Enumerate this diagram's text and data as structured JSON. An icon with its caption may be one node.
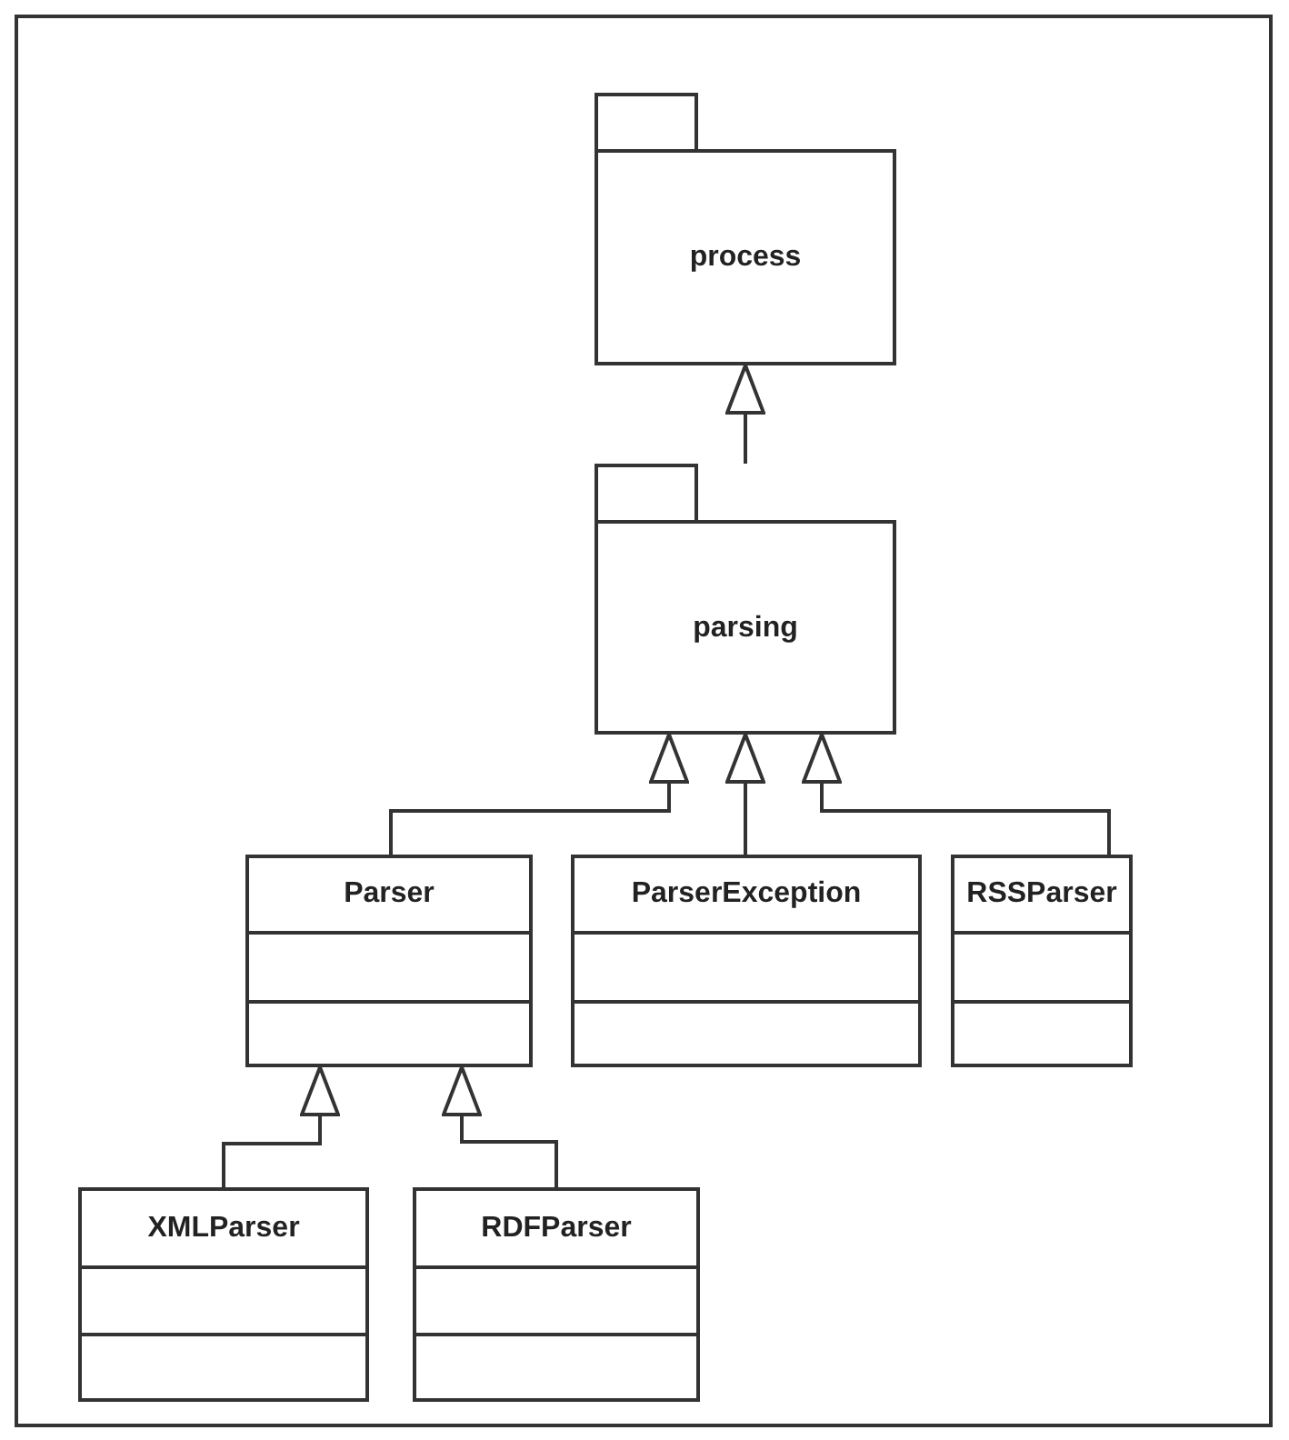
{
  "diagram": {
    "nodes": [
      {
        "text": [
          "process"
        ]
      },
      {
        "text": [
          "parsing"
        ]
      },
      {
        "text": [
          "Parser"
        ]
      },
      {
        "text": [
          "ParserException"
        ]
      },
      {
        "text": [
          "RSSParser"
        ]
      },
      {
        "text": [
          "XMLParser"
        ]
      },
      {
        "text": [
          "RDFParser"
        ]
      }
    ],
    "edges": [
      {
        "from": 1,
        "to": 0,
        "arrow": "to"
      },
      {
        "from": 2,
        "to": 1,
        "arrow": "to"
      },
      {
        "from": 3,
        "to": 1,
        "arrow": "to"
      },
      {
        "from": 4,
        "to": 1,
        "arrow": "to"
      },
      {
        "from": 5,
        "to": 2,
        "arrow": "to"
      },
      {
        "from": 6,
        "to": 2,
        "arrow": "to"
      }
    ]
  }
}
